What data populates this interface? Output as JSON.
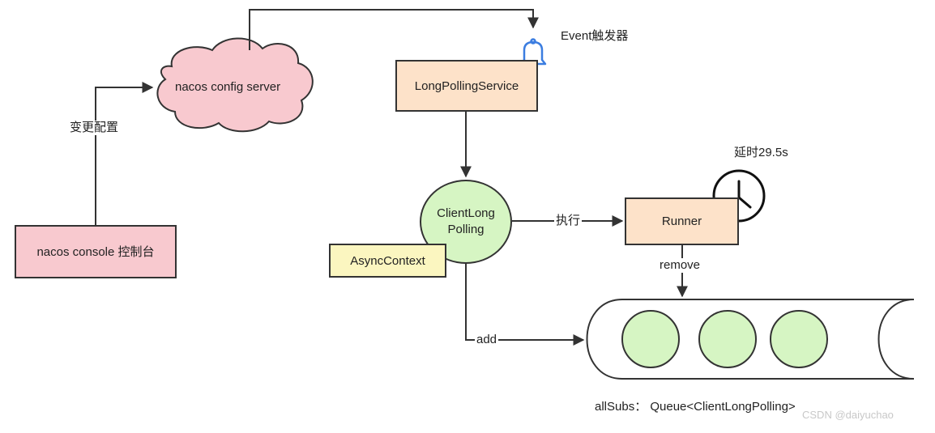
{
  "nodes": {
    "config_server": "nacos config server",
    "console": "nacos console 控制台",
    "long_polling_service": "LongPollingService",
    "client_long_polling": "ClientLong\nPolling",
    "async_context": "AsyncContext",
    "runner": "Runner"
  },
  "edges": {
    "change_config": "变更配置",
    "execute": "执行",
    "remove": "remove",
    "add": "add"
  },
  "annotations": {
    "event_trigger": "Event触发器",
    "delay": "延时29.5s",
    "queue_label": "allSubs： Queue<ClientLongPolling>",
    "watermark": "CSDN @daiyuchao"
  },
  "colors": {
    "cloud_fill": "#f8c9cf",
    "console_fill": "#f8c9cf",
    "service_fill": "#fde2c9",
    "client_fill": "#d6f5c3",
    "async_fill": "#fbf6c0",
    "runner_fill": "#fde2c9",
    "bell_stroke": "#3b7de0",
    "line": "#333333"
  }
}
